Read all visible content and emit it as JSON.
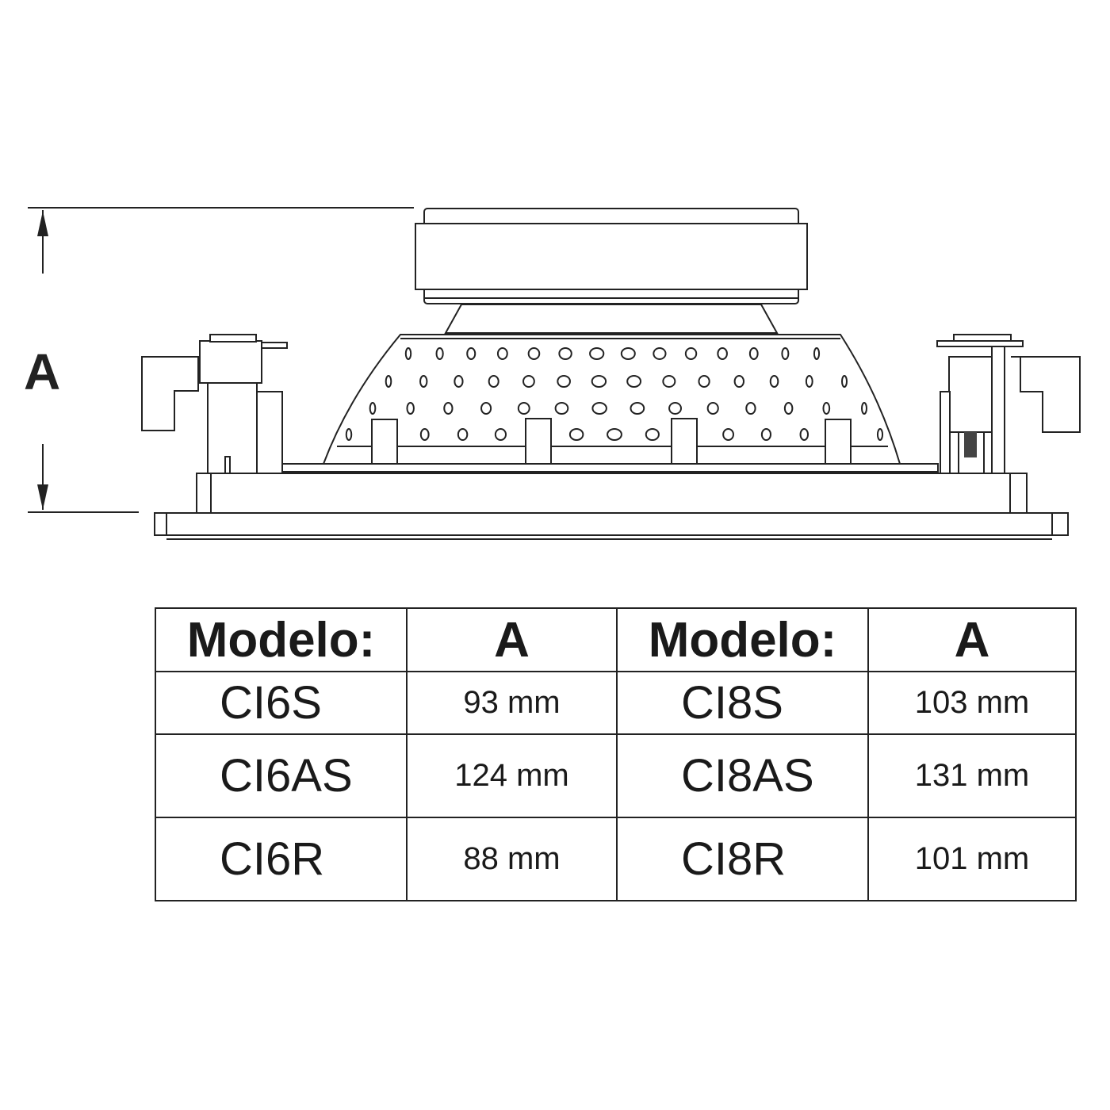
{
  "dimension_label": "A",
  "table": {
    "headers": [
      "Modelo:",
      "A",
      "Modelo:",
      "A"
    ],
    "rows": [
      {
        "model_left": "CI6S",
        "a_left": "93 mm",
        "model_right": "CI8S",
        "a_right": "103 mm"
      },
      {
        "model_left": "CI6AS",
        "a_left": "124 mm",
        "model_right": "CI8AS",
        "a_right": "131 mm"
      },
      {
        "model_left": "CI6R",
        "a_left": "88 mm",
        "model_right": "CI8R",
        "a_right": "101 mm"
      }
    ]
  }
}
